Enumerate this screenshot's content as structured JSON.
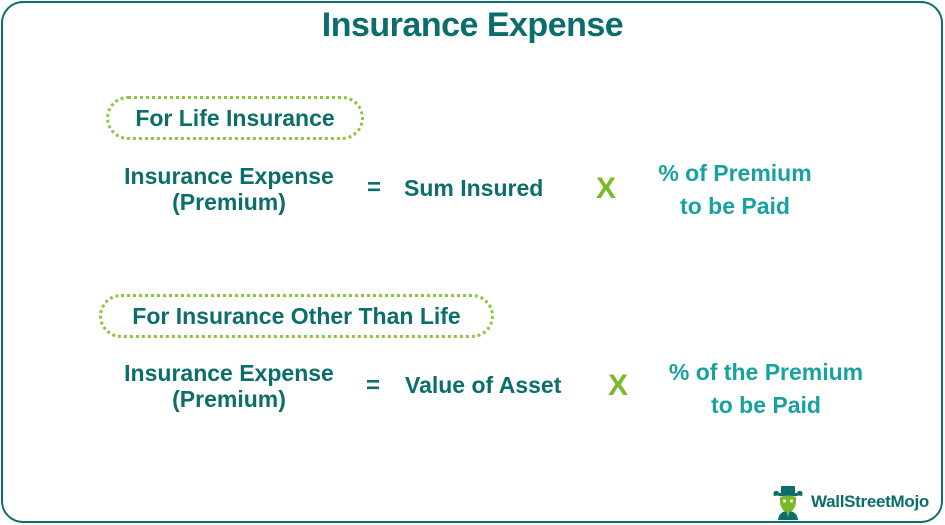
{
  "title": "Insurance Expense",
  "sections": [
    {
      "heading": "For Life Insurance",
      "lhs_line1": "Insurance Expense",
      "lhs_line2": "(Premium)",
      "equals": "=",
      "term": "Sum Insured",
      "operator": "X",
      "rhs_line1": "% of Premium",
      "rhs_line2": "to be Paid"
    },
    {
      "heading": "For Insurance Other Than Life",
      "lhs_line1": "Insurance Expense",
      "lhs_line2": "(Premium)",
      "equals": "=",
      "term": "Value of Asset",
      "operator": "X",
      "rhs_line1": "% of the Premium",
      "rhs_line2": "to be Paid"
    }
  ],
  "brand": {
    "name": "WallStreetMojo",
    "logo_icon": "bull-mascot-icon"
  },
  "colors": {
    "primary": "#0b6e6a",
    "secondary": "#17a2a0",
    "accent": "#7ab929",
    "pill_border": "#8cc63f"
  }
}
